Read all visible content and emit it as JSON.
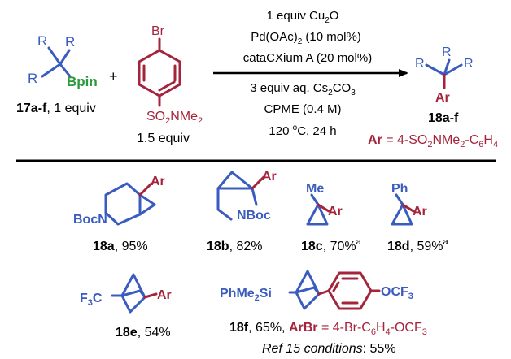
{
  "colors": {
    "blue": "#3a5bbf",
    "red": "#a4243b",
    "green": "#2a9a3c",
    "black": "#000000"
  },
  "reactant1": {
    "R_labels": [
      "R",
      "R",
      "R"
    ],
    "boron_label": "Bpin",
    "compound_number": "17a-f",
    "equiv_text": ", 1 equiv"
  },
  "plus_sign": "+",
  "reactant2": {
    "top_label": "Br",
    "bottom_label_main": "SO",
    "bottom_label_sub": "2",
    "bottom_label_end": "NMe",
    "bottom_label_sub2": "2",
    "equiv_text": "1.5 equiv"
  },
  "conditions": {
    "line1_a": "1 equiv Cu",
    "line1_sub": "2",
    "line1_b": "O",
    "line2_a": "Pd(OAc)",
    "line2_sub": "2",
    "line2_b": " (10 mol%)",
    "line3": "cataCXium A (20 mol%)",
    "line4_a": "3 equiv aq. Cs",
    "line4_sub": "2",
    "line4_b": "CO",
    "line4_sub2": "3",
    "line5": "CPME (0.4 M)",
    "line6_a": "120 ",
    "line6_sup": "o",
    "line6_b": "C, 24 h"
  },
  "product": {
    "R_labels": [
      "R",
      "R",
      "R"
    ],
    "ar_label": "Ar",
    "compound_number": "18a-f"
  },
  "ar_definition": {
    "a": "Ar",
    "b": " = 4-SO",
    "sub1": "2",
    "c": "NMe",
    "sub2": "2",
    "d": "-C",
    "sub3": "6",
    "e": "H",
    "sub4": "4"
  },
  "compounds": {
    "c18a": {
      "n_label": "BocN",
      "ar": "Ar",
      "id": "18a",
      "yield": ", 95%"
    },
    "c18b": {
      "n_label": "NBoc",
      "ar": "Ar",
      "id": "18b",
      "yield": ", 82%"
    },
    "c18c": {
      "me_label": "Me",
      "ar": "Ar",
      "id": "18c",
      "yield": ", 70%",
      "note": "a"
    },
    "c18d": {
      "ph_label": "Ph",
      "ar": "Ar",
      "id": "18d",
      "yield": ", 59%",
      "note": "a"
    },
    "c18e": {
      "cf3_a": "F",
      "cf3_sub": "3",
      "cf3_b": "C",
      "ar": "Ar",
      "id": "18e",
      "yield": ", 54%"
    },
    "c18f": {
      "si_a": "PhMe",
      "si_sub": "2",
      "si_b": "Si",
      "ocf3_a": "OCF",
      "ocf3_sub": "3",
      "id": "18f",
      "yield": ", 65%, ",
      "arbr_label": "ArBr",
      "arbr_a": " = 4-Br-C",
      "arbr_sub1": "6",
      "arbr_b": "H",
      "arbr_sub2": "4",
      "arbr_c": "-OCF",
      "arbr_sub3": "3",
      "ref_label": "Ref 15 conditions",
      "ref_yield": ": 55%"
    }
  }
}
